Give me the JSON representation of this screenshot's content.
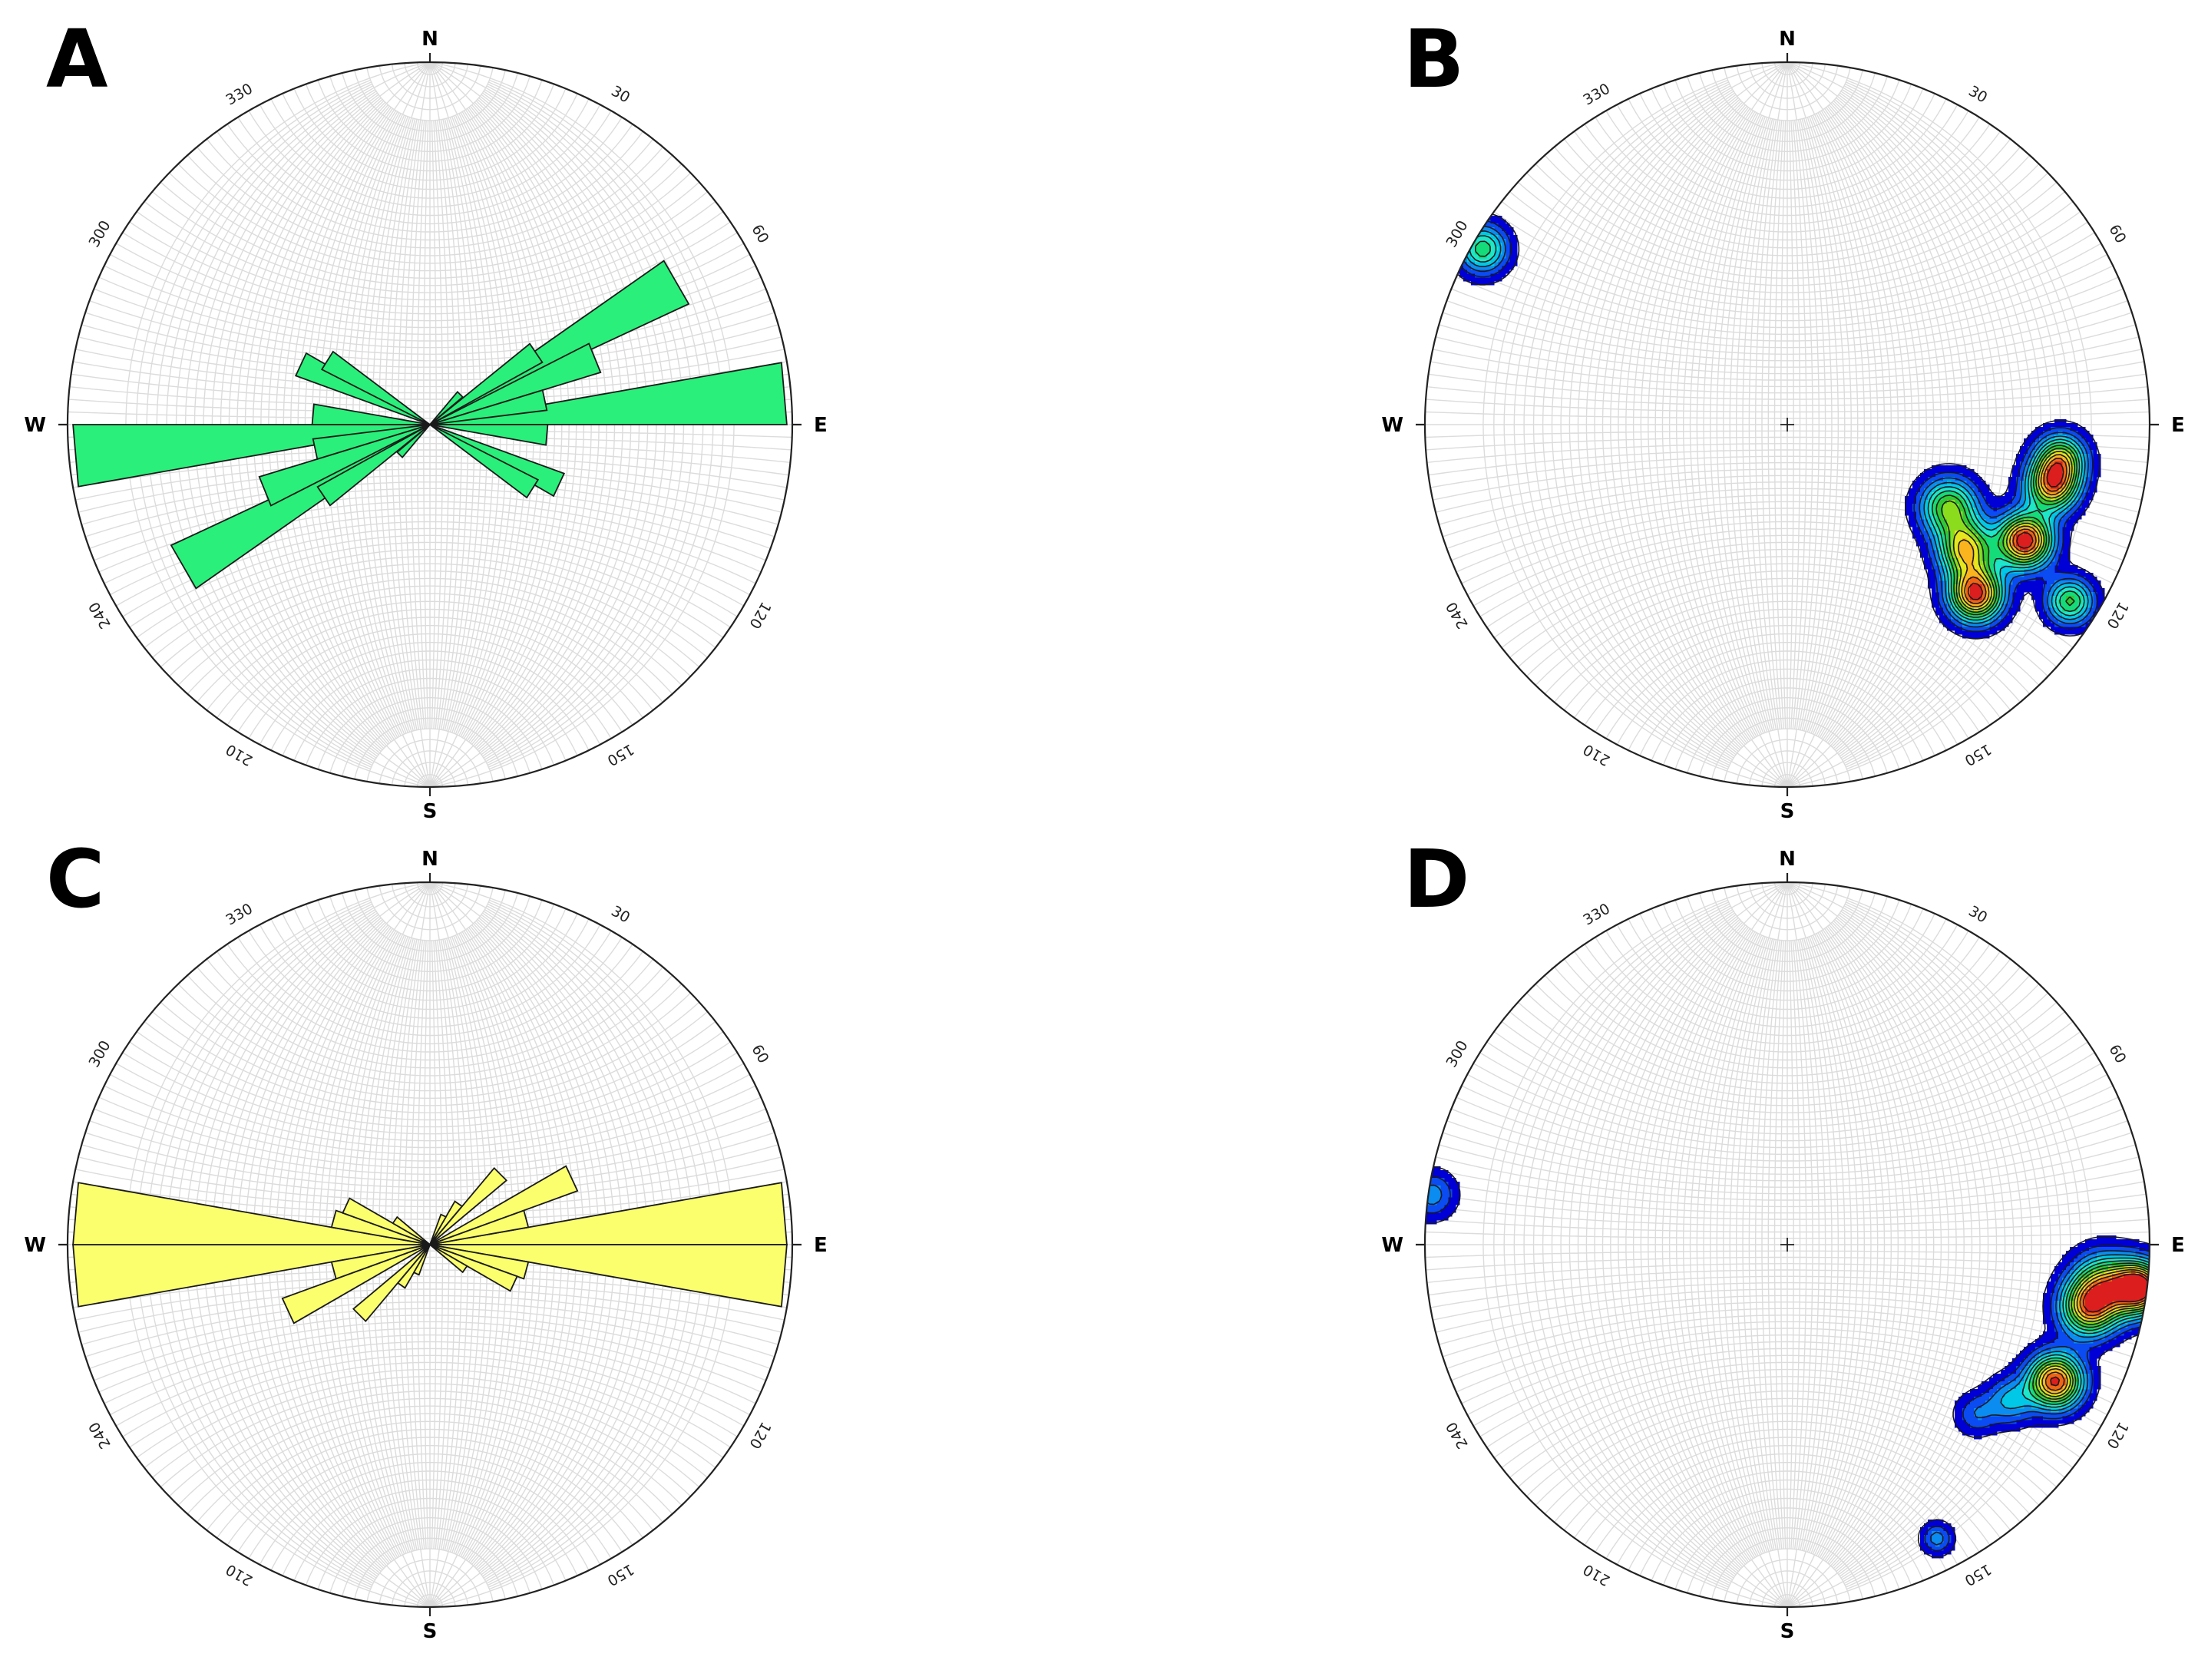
{
  "panels": [
    {
      "id": "A",
      "label": "A",
      "kind": "rose",
      "fill": "#2aef7a",
      "cardinals": {
        "N": "N",
        "E": "E",
        "S": "S",
        "W": "W"
      },
      "azimuth_labels": [
        "30",
        "60",
        "120",
        "150",
        "210",
        "240",
        "300",
        "330"
      ],
      "rose_bins": [
        {
          "strike": 85,
          "length": 1.0
        },
        {
          "strike": 60,
          "length": 0.8
        },
        {
          "strike": 68,
          "length": 0.5
        },
        {
          "strike": 56,
          "length": 0.36
        },
        {
          "strike": 45,
          "length": 0.12
        },
        {
          "strike": 78,
          "length": 0.33
        },
        {
          "strike": 95,
          "length": 0.33
        },
        {
          "strike": 115,
          "length": 0.4
        },
        {
          "strike": 122,
          "length": 0.34
        }
      ]
    },
    {
      "id": "B",
      "label": "B",
      "kind": "density",
      "cardinals": {
        "N": "N",
        "E": "E",
        "S": "S",
        "W": "W"
      },
      "azimuth_labels": [
        "30",
        "60",
        "120",
        "150",
        "210",
        "240",
        "300",
        "330"
      ],
      "density_peaks": [
        {
          "trend": 116,
          "distance": 0.73,
          "weight": 1.0,
          "spread": 0.052
        },
        {
          "trend": 103,
          "distance": 0.75,
          "weight": 0.78,
          "spread": 0.05
        },
        {
          "trend": 97,
          "distance": 0.76,
          "weight": 0.62,
          "spread": 0.048
        },
        {
          "trend": 122,
          "distance": 0.92,
          "weight": 0.55,
          "spread": 0.045
        },
        {
          "trend": 132,
          "distance": 0.7,
          "weight": 0.95,
          "spread": 0.052
        },
        {
          "trend": 125,
          "distance": 0.6,
          "weight": 0.72,
          "spread": 0.052
        },
        {
          "trend": 117,
          "distance": 0.5,
          "weight": 0.62,
          "spread": 0.055
        },
        {
          "trend": 300,
          "distance": 0.97,
          "weight": 0.5,
          "spread": 0.048
        }
      ]
    },
    {
      "id": "C",
      "label": "C",
      "kind": "rose",
      "fill": "#fbff6e",
      "cardinals": {
        "N": "N",
        "E": "E",
        "S": "S",
        "W": "W"
      },
      "azimuth_labels": [
        "30",
        "60",
        "120",
        "150",
        "210",
        "240",
        "300",
        "330"
      ],
      "rose_bins": [
        {
          "strike": 85,
          "length": 1.0
        },
        {
          "strike": 95,
          "length": 1.0
        },
        {
          "strike": 65,
          "length": 0.44
        },
        {
          "strike": 75,
          "length": 0.28
        },
        {
          "strike": 35,
          "length": 0.14
        },
        {
          "strike": 25,
          "length": 0.09
        },
        {
          "strike": 45,
          "length": 0.28
        },
        {
          "strike": 105,
          "length": 0.28
        },
        {
          "strike": 115,
          "length": 0.26
        },
        {
          "strike": 125,
          "length": 0.12
        }
      ]
    },
    {
      "id": "D",
      "label": "D",
      "kind": "density",
      "cardinals": {
        "N": "N",
        "E": "E",
        "S": "S",
        "W": "W"
      },
      "azimuth_labels": [
        "30",
        "60",
        "120",
        "150",
        "210",
        "240",
        "300",
        "330"
      ],
      "density_peaks": [
        {
          "trend": 97,
          "distance": 0.98,
          "weight": 1.0,
          "spread": 0.05
        },
        {
          "trend": 117,
          "distance": 0.83,
          "weight": 0.95,
          "spread": 0.052
        },
        {
          "trend": 102,
          "distance": 0.85,
          "weight": 0.72,
          "spread": 0.055
        },
        {
          "trend": 97,
          "distance": 0.88,
          "weight": 0.58,
          "spread": 0.06
        },
        {
          "trend": 125,
          "distance": 0.75,
          "weight": 0.3,
          "spread": 0.045
        },
        {
          "trend": 132,
          "distance": 0.7,
          "weight": 0.2,
          "spread": 0.04
        },
        {
          "trend": 153,
          "distance": 0.91,
          "weight": 0.26,
          "spread": 0.03
        },
        {
          "trend": 278,
          "distance": 0.99,
          "weight": 0.26,
          "spread": 0.045
        }
      ]
    }
  ],
  "density_colors": [
    "#0000d6",
    "#0a4bf2",
    "#0a8cf0",
    "#00c8e6",
    "#1ee6c8",
    "#14dc78",
    "#32c832",
    "#8cdc1e",
    "#e6e61e",
    "#fab41e",
    "#f06414",
    "#dc1e1e"
  ]
}
